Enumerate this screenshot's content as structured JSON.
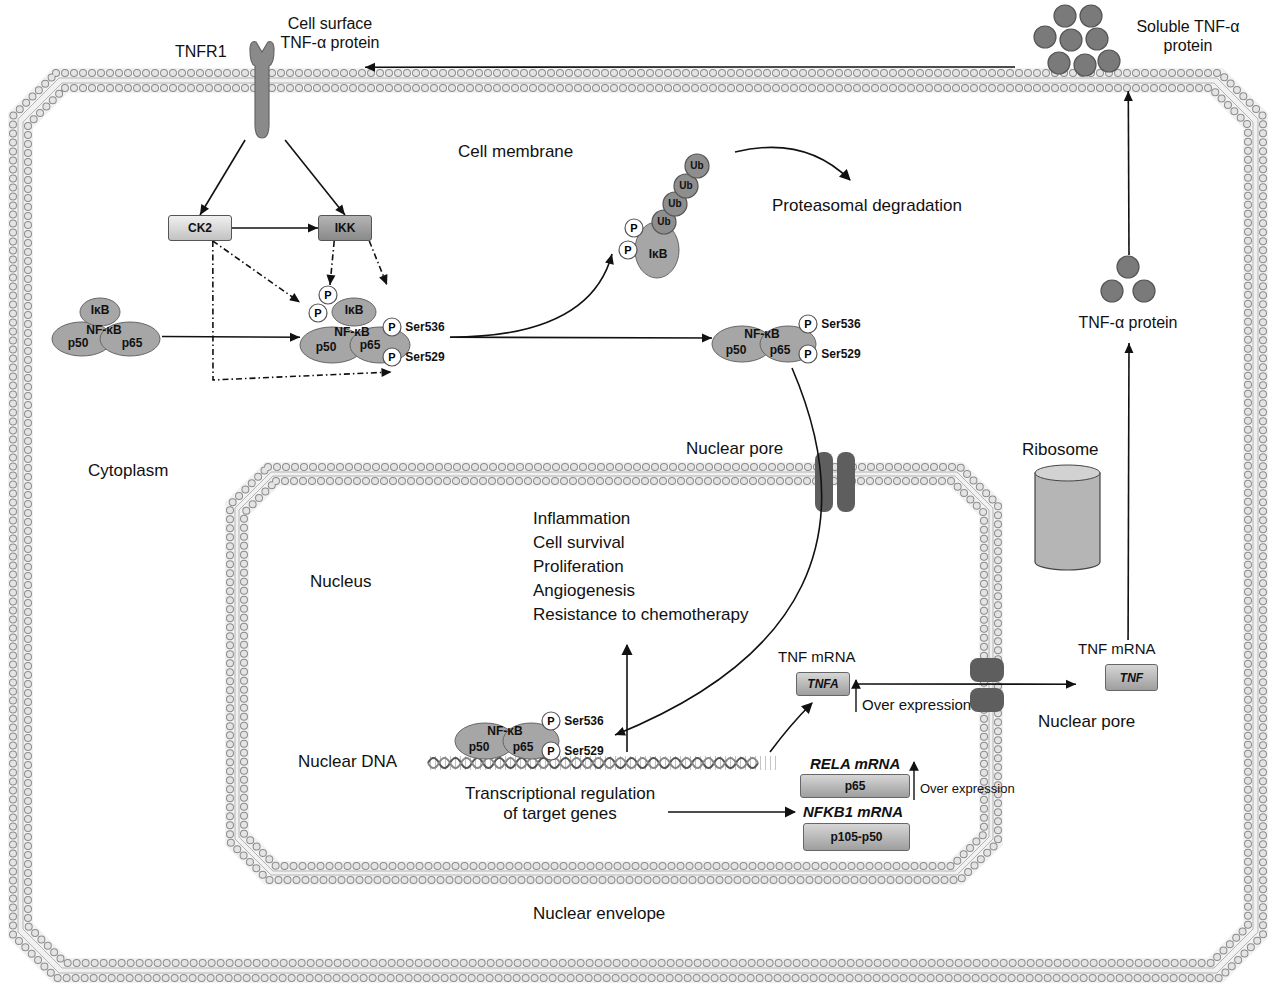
{
  "diagram": {
    "nodes": [
      {
        "text": [
          "TNFR1"
        ]
      },
      {
        "text": [
          "CK2"
        ]
      },
      {
        "text": [
          "IKK"
        ]
      },
      {
        "text": [
          "IκB",
          "NF-κB",
          "p50",
          "p65"
        ]
      },
      {
        "text": [
          "P",
          "P",
          "IκB",
          "NF-κB",
          "p50",
          "p65",
          "P",
          "Ser536",
          "P",
          "Ser529"
        ]
      },
      {
        "text": [
          "Ub",
          "Ub",
          "Ub",
          "Ub",
          "P",
          "P",
          "IκB"
        ]
      },
      {
        "text": [
          "NF-κB",
          "p50",
          "p65",
          "P",
          "Ser536",
          "P",
          "Ser529"
        ]
      },
      {
        "text": [
          "TNF-α protein"
        ]
      },
      {
        "text": [
          "Soluble TNF-α protein"
        ]
      },
      {
        "text": [
          "Ribosome"
        ]
      },
      {
        "text": [
          "NF-κB",
          "p50",
          "p65",
          "P",
          "Ser536",
          "P",
          "Ser529"
        ]
      },
      {
        "text": [
          "TNF mRNA",
          "TNFA"
        ]
      },
      {
        "text": [
          "TNF mRNA",
          "TNF"
        ]
      },
      {
        "text": [
          "RELA mRNA",
          "p65"
        ]
      },
      {
        "text": [
          "NFKB1 mRNA",
          "p105-p50"
        ]
      }
    ],
    "edges": [
      {
        "from": 0,
        "to": 1,
        "arrow": "to"
      },
      {
        "from": 0,
        "to": 2,
        "arrow": "to"
      },
      {
        "from": 1,
        "to": 2,
        "arrow": "to"
      },
      {
        "from": 1,
        "to": 4,
        "arrow": "to"
      },
      {
        "from": 1,
        "to": 4,
        "arrow": "to"
      },
      {
        "from": 2,
        "to": 4,
        "arrow": "to"
      },
      {
        "from": 2,
        "to": 4,
        "arrow": "to"
      },
      {
        "from": 3,
        "to": 4,
        "arrow": "to"
      },
      {
        "from": 4,
        "to": 5,
        "arrow": "to"
      },
      {
        "from": 4,
        "to": 6,
        "arrow": "to"
      },
      {
        "from": 6,
        "to": 10,
        "arrow": "to"
      },
      {
        "from": 11,
        "to": 12,
        "arrow": "to"
      },
      {
        "from": 12,
        "to": 7,
        "arrow": "to"
      },
      {
        "from": 7,
        "to": 8,
        "arrow": "to"
      },
      {
        "from": 8,
        "to": 0,
        "arrow": "to"
      }
    ],
    "labels": [
      "Cell surface TNF-α protein",
      "Cell membrane",
      "Proteasomal degradation",
      "Cytoplasm",
      "Nuclear pore",
      "Nucleus",
      "Inflammation",
      "Cell survival",
      "Proliferation",
      "Angiogenesis",
      "Resistance to chemotherapy",
      "Over expression",
      "Nuclear pore",
      "Nuclear DNA",
      "Transcriptional regulation of target genes",
      "Over expression",
      "Nuclear envelope"
    ]
  }
}
